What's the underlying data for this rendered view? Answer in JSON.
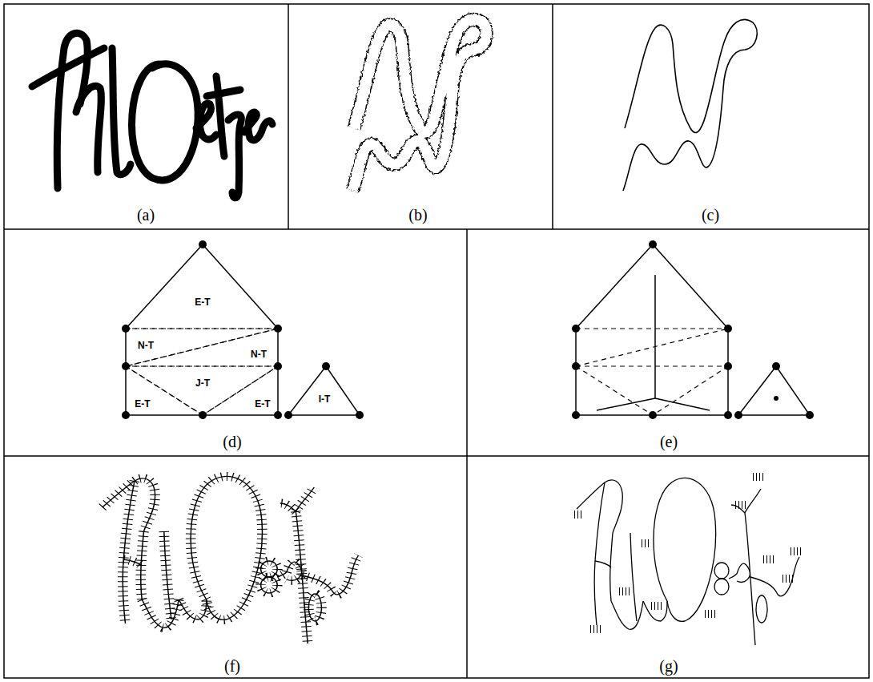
{
  "diagram": {
    "nodes": [
      {
        "text": [
          "E-T"
        ]
      },
      {
        "text": [
          "N-T"
        ]
      },
      {
        "text": [
          "N-T"
        ]
      },
      {
        "text": [
          "J-T"
        ]
      },
      {
        "text": [
          "E-T"
        ]
      },
      {
        "text": [
          "E-T"
        ]
      },
      {
        "text": [
          "I-T"
        ]
      }
    ],
    "labels": [
      "(a)",
      "(b)",
      "(c)",
      "(d)",
      "(e)",
      "(f)",
      "(g)"
    ]
  }
}
